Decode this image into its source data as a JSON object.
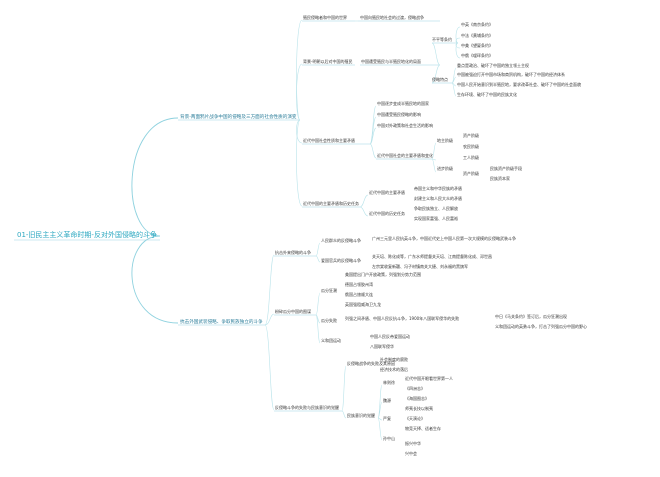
{
  "root": "01-旧民主主义革命时期-反对外国侵略的斗争",
  "branch1": {
    "label": "背景-两面鸦片战争中国的侵略及三方面的社会性质的演变",
    "group1": {
      "label": "殖民侵略者和中国的世界",
      "child": "中国向殖民地社会的过渡，侵略战争"
    },
    "group2": {
      "label": "背景-明朝以后对中国的殖民",
      "mid": "中国遭受殖民与半殖民地化的局面",
      "mid2": "不平等条约",
      "treaties": [
        "中英《南京条约》",
        "中法《黄埔条约》",
        "中美《望厦条约》",
        "中俄《瑷珲条约》"
      ],
      "mid3": "侵略特点",
      "effects": [
        "重点是政治、破坏了中国的独立领土主权",
        "中国被强迫打开中国市场和商贸机构，破坏了中国的经济体系",
        "中国人民开始意识到半殖民地，要求改革社会、破坏了中国的社会面貌",
        "生存环境、破坏了中国的民族文化"
      ]
    },
    "group3": {
      "label": "近代中国社会性质和主要矛盾",
      "items": [
        "中国逐步变成半殖民地的国家",
        "中国遭受殖民侵略的影响",
        "中国对外政策和社会生活的影响"
      ],
      "mid": "近代中国社会的主要矛盾和变化",
      "sub1": "地主阶级",
      "sub1_items": [
        "资产阶级",
        "农民阶级"
      ],
      "sub2": "工人阶级",
      "sub3": "进步阶级",
      "sub3_child": "资产阶级",
      "sub3_items": [
        "民族资产阶级手段",
        "民族资本家"
      ]
    },
    "group4": {
      "label": "近代中国的主要矛盾和历史任务",
      "mid1": "近代中国的主要矛盾",
      "mid1_items": [
        "帝国主义和中华民族的矛盾",
        "封建主义和人民大众的矛盾"
      ],
      "mid2": "近代中国的历史任务",
      "mid2_items": [
        "争取民族独立、人民解放",
        "实现国家富强、人民富裕"
      ]
    }
  },
  "branch2": {
    "label": "抗击外国武装侵略、争取民族独立的斗争",
    "group1": {
      "label": "抗击外来侵略的斗争",
      "items": [
        {
          "label": "人民群众的反侵略斗争",
          "child": "广州三元里人民抗英斗争，中国近代史上中国人民第一次大规模的反侵略武装斗争"
        },
        {
          "label": "爱国官兵的反侵略斗争",
          "children": [
            "关天培、陈化成等，广东水师提督关天培、江南提督陈化成、邓世昌",
            "左宗棠收复新疆、冯子材镇南关大捷、刘永福的黑旗军"
          ]
        }
      ]
    },
    "group2": {
      "label": "粉碎瓜分中国的图谋",
      "mid1": "瓜分狂潮",
      "mid1_items": [
        "美国提出门户开放政策，列强划分势力范围",
        "德国占领胶州湾",
        "俄国占旅顺大连",
        "英国强租威海卫九龙"
      ],
      "mid2": "瓜分失败",
      "mid2_items": [
        "列强之间矛盾、中国人民反抗斗争，1900年八国联军侵华的失败"
      ],
      "mid2_right": [
        "中日《马关条约》签订后，瓜分狂潮出现",
        "义和团运动的英勇斗争，打击了列强瓜分中国的野心"
      ],
      "mid3": "义和团运动",
      "mid3_items": [
        "中国人民反帝爱国运动",
        "八国联军侵华"
      ]
    },
    "group3": {
      "label": "反侵略斗争的失败与民族意识的觉醒",
      "mid1": "反侵略战争的失败及其原因",
      "mid1_items": [
        "社会制度的腐败",
        "经济技术的落后"
      ],
      "mid2": "民族意识的觉醒",
      "mid2_sub": "林则徐",
      "mid2_sub_items": [
        "近代中国开眼看世界第一人",
        "《四洲志》"
      ],
      "mid3": "魏源",
      "mid3_items": [
        "《海国图志》",
        "师夷长技以制夷"
      ],
      "mid4": "严复",
      "mid4_items": [
        "《天演论》",
        "物竞天择、适者生存"
      ],
      "mid5": "孙中山",
      "mid5_items": [
        "振兴中华",
        "兴中会"
      ]
    }
  }
}
